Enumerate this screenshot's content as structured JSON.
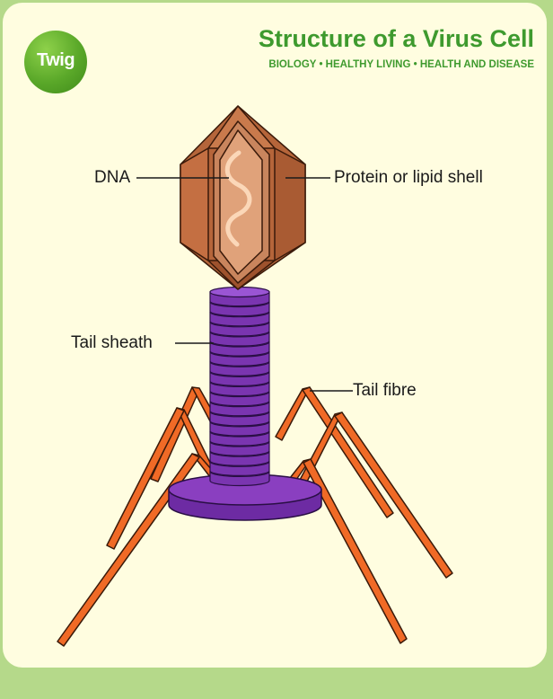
{
  "logo": {
    "text": "Twig"
  },
  "header": {
    "title": "Structure of a Virus Cell",
    "subtitle": "BIOLOGY • HEALTHY LIVING • HEALTH AND DISEASE"
  },
  "labels": {
    "dna": "DNA",
    "shell": "Protein or lipid shell",
    "sheath": "Tail sheath",
    "fibre": "Tail fibre"
  },
  "colors": {
    "background": "#b5d98a",
    "card": "#fffde0",
    "brand_green": "#3e9a2e",
    "capsid": "#b5653a",
    "sheath": "#8a3fc0",
    "fibre": "#f06a26",
    "dna": "#fbd7b8"
  }
}
